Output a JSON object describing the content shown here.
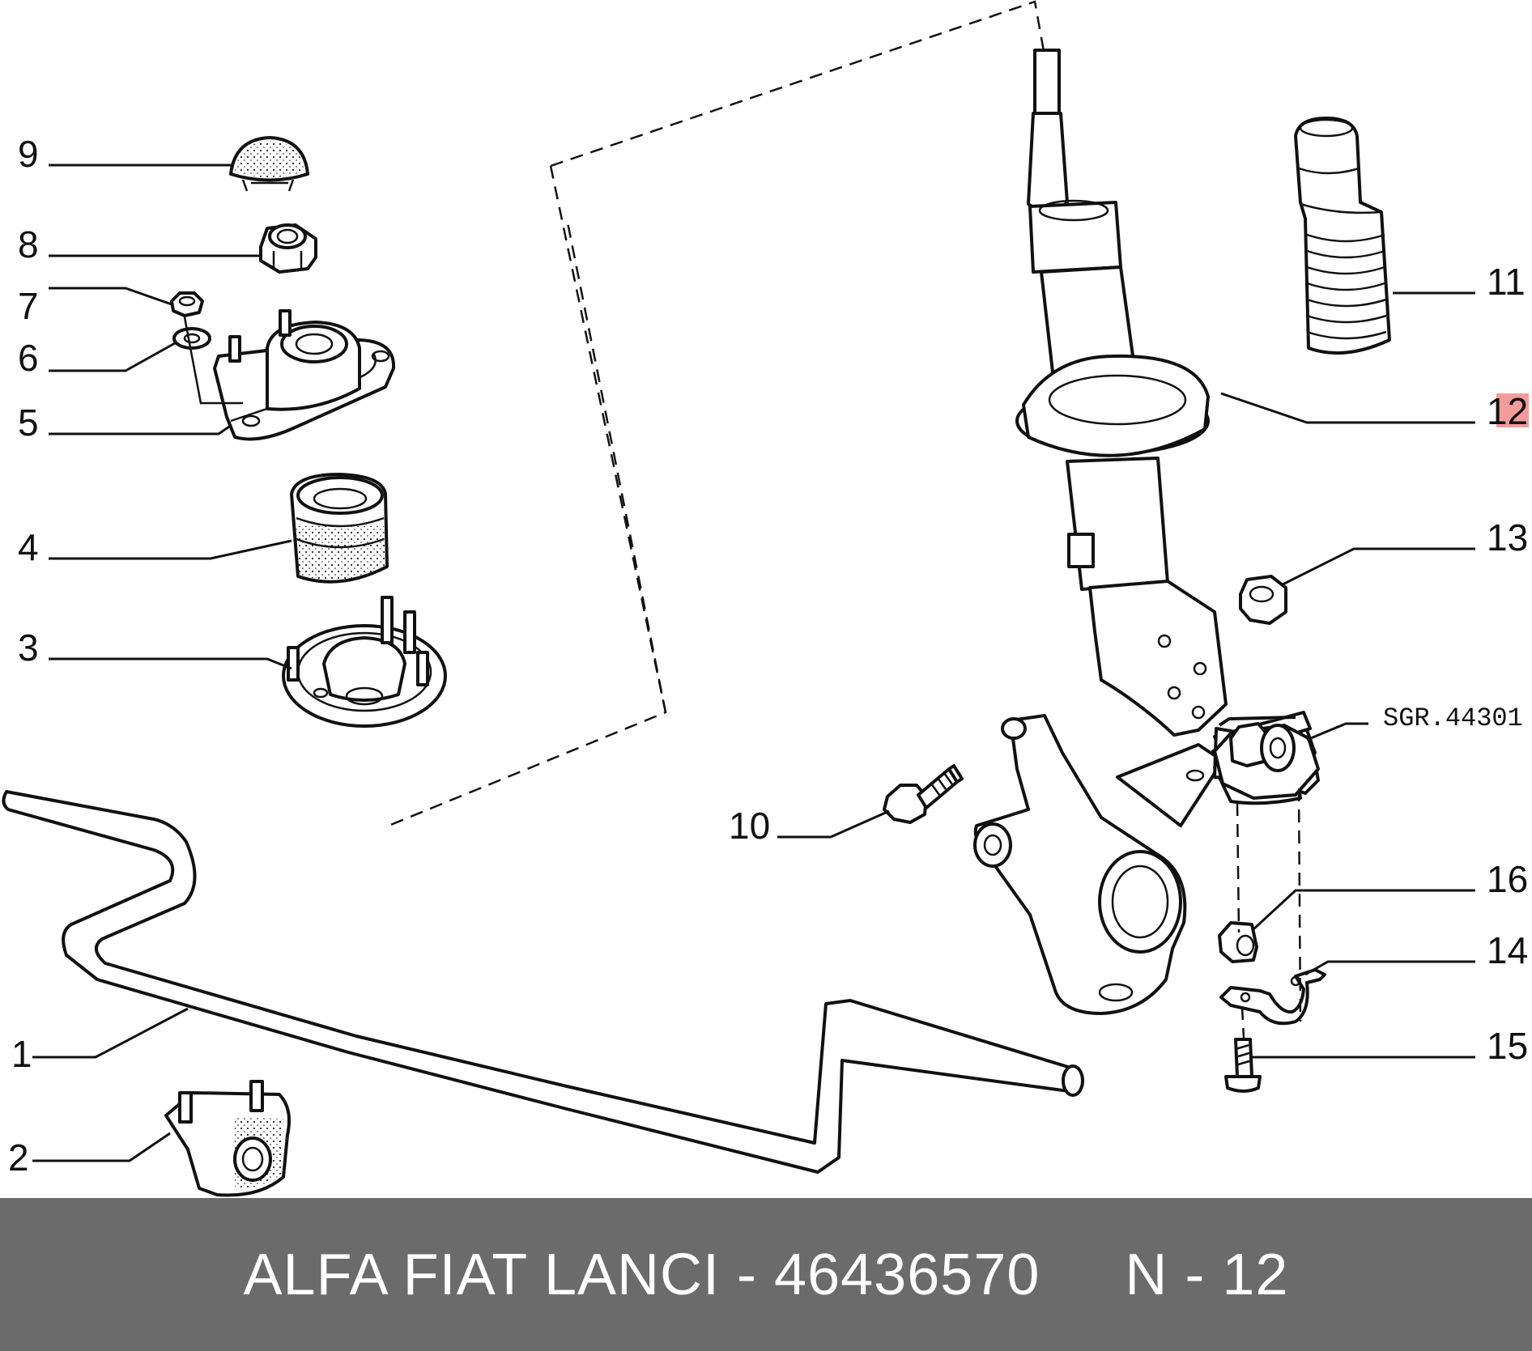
{
  "callouts": {
    "c1": "1",
    "c2": "2",
    "c3": "3",
    "c4": "4",
    "c5": "5",
    "c6": "6",
    "c7": "7",
    "c8": "8",
    "c9": "9",
    "c10": "10",
    "c11": "11",
    "c12": "12",
    "c13": "13",
    "c14": "14",
    "c15": "15",
    "c16": "16"
  },
  "drawing_code": "SGR.44301",
  "footer": {
    "text": "ALFA FIAT LANCI - 46436570     N - 12"
  },
  "colors": {
    "footer_bg": "#6b6b6b",
    "footer_text": "#ffffff",
    "highlight": "#f07a7a"
  }
}
